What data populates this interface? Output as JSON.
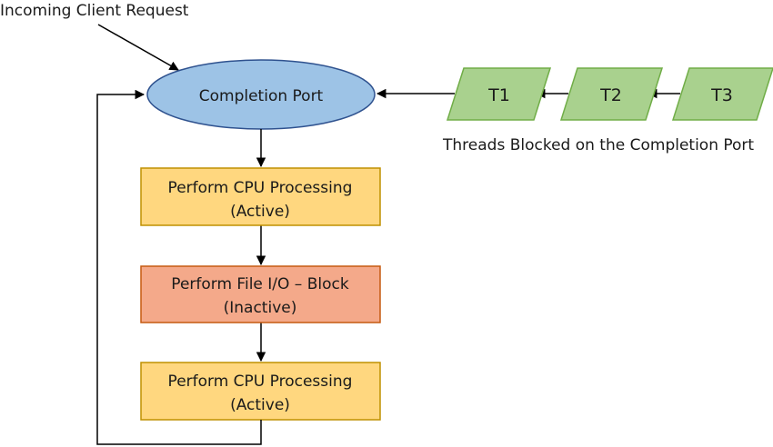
{
  "incoming_label": "Incoming Client Request",
  "completion_port": {
    "label": "Completion Port"
  },
  "steps": [
    {
      "line1": "Perform CPU Processing",
      "line2": "(Active)"
    },
    {
      "line1": "Perform File I/O – Block",
      "line2": "(Inactive)"
    },
    {
      "line1": "Perform CPU Processing",
      "line2": "(Active)"
    }
  ],
  "threads": [
    {
      "label": "T1"
    },
    {
      "label": "T2"
    },
    {
      "label": "T3"
    }
  ],
  "threads_caption": "Threads Blocked on the Completion Port",
  "colors": {
    "ellipse_fill": "#9DC3E6",
    "ellipse_stroke": "#2F528F",
    "active_fill": "#FFD77F",
    "active_stroke": "#BF9000",
    "inactive_fill": "#F4A98A",
    "inactive_stroke": "#C55A11",
    "thread_fill": "#A9D18E",
    "thread_stroke": "#70AD47",
    "line": "#000000"
  }
}
